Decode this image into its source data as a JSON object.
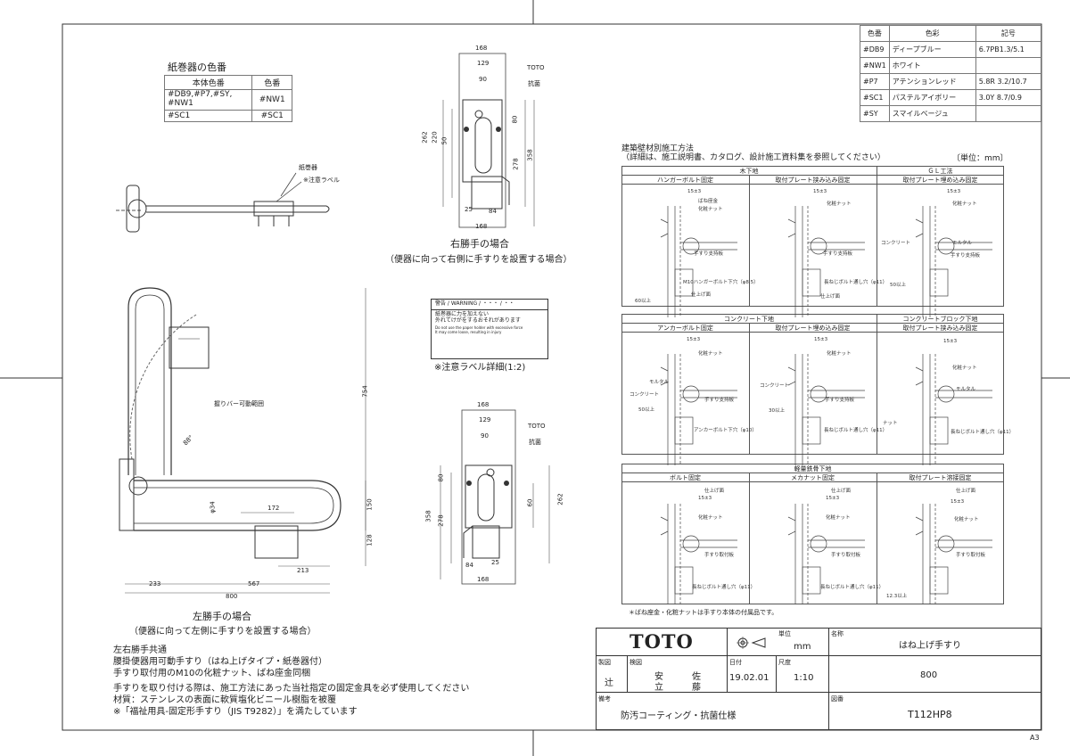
{
  "color_table": {
    "headers": [
      "色番",
      "色彩",
      "記号"
    ],
    "rows": [
      [
        "#DB9",
        "ディープブルー",
        "6.7PB1.3/5.1"
      ],
      [
        "#NW1",
        "ホワイト",
        ""
      ],
      [
        "#P7",
        "アテンションレッド",
        "5.8R 3.2/10.7"
      ],
      [
        "#SC1",
        "パステルアイボリー",
        "3.0Y 8.7/0.9"
      ],
      [
        "#SY",
        "スマイルベージュ",
        ""
      ]
    ]
  },
  "paper_holder": {
    "title": "紙巻器の色番",
    "headers": [
      "本体色番",
      "色番"
    ],
    "rows": [
      [
        "#DB9,#P7,#SY,\n#NW1",
        "#NW1"
      ],
      [
        "#SC1",
        "#SC1"
      ]
    ]
  },
  "top_view": {
    "label_holder": "紙巻器",
    "label_caution": "※注意ラベル"
  },
  "right_hand": {
    "dims_top": [
      "168",
      "129",
      "90"
    ],
    "tags": [
      "TOTO",
      "抗菌"
    ],
    "dims_left": [
      "262",
      "220",
      "50"
    ],
    "dims_right": [
      "80",
      "278",
      "358"
    ],
    "dims_bottom": [
      "25",
      "84",
      "168"
    ],
    "caption": "右勝手の場合",
    "subcaption": "（便器に向って右側に手すりを設置する場合）"
  },
  "warning_label": {
    "heading": "警告 / WARNING / ・・・ / ・・",
    "jp_lines": [
      "紙巻器に力を加えない",
      "外れてけがをするおそれがあります"
    ],
    "en_lines": [
      "Do not use the paper holder with excessive force",
      "It may come loose, resulting in injury"
    ],
    "caption": "※注意ラベル詳細(1:2)"
  },
  "left_view_small": {
    "dims_top": [
      "168",
      "129",
      "90"
    ],
    "tags": [
      "TOTO",
      "抗菌"
    ],
    "dims_left": [
      "80",
      "358",
      "278"
    ],
    "dims_right": [
      "60",
      "262"
    ],
    "dims_bottom": [
      "84",
      "25",
      "168"
    ]
  },
  "left_hand": {
    "dim_754": "754",
    "label_range": "握りバー可動範囲",
    "angle": "88°",
    "dim_phi": "φ34",
    "dim_150": "150",
    "dim_128": "128",
    "dim_172": "172",
    "dim_213": "213",
    "dim_233": "233",
    "dim_567": "567",
    "dim_800": "800",
    "caption": "左勝手の場合",
    "subcaption": "（便器に向って左側に手すりを設置する場合）"
  },
  "notes": {
    "lines_a": [
      "左右勝手共通",
      "腰掛便器用可動手すり（はね上げタイプ・紙巻器付）",
      "手すり取付用のM10の化粧ナット、ばね座金同梱"
    ],
    "lines_b": [
      "手すりを取り付ける際は、施工方法にあった当社指定の固定金具を必ず使用してください",
      "材質：ステンレスの表面に軟質塩化ビニール樹脂を被覆",
      "※「福祉用具-固定形手すり（JIS T9282）」を満たしています"
    ]
  },
  "construction": {
    "title": "建築壁材別施工方法",
    "subtitle": "（詳細は、施工説明書、カタログ、設計施工資料集を参照してください）",
    "unit": "〔単位：mm〕",
    "sections": [
      {
        "name": "木下地",
        "extra": "ＧＬ工法",
        "subs": [
          "ハンガーボルト固定",
          "取付プレート挟み込み固定",
          "取付プレート埋め込み固定"
        ]
      },
      {
        "name": "コンクリート下地",
        "extra": "コンクリートブロック下地",
        "subs": [
          "アンカーボルト固定",
          "取付プレート埋め込み固定",
          "取付プレート挟み込み固定"
        ]
      },
      {
        "name": "軽量鉄骨下地",
        "extra": "",
        "subs": [
          "ボルト固定",
          "メカナット固定",
          "取付プレート溶接固定"
        ]
      }
    ],
    "callouts": [
      "15±3",
      "ばね座金",
      "化粧ナット",
      "手すり支持板",
      "仕上げ面",
      "手すり取付板",
      "長ねじボルト通し穴（φ11）",
      "M10ハンガーボルト下穴（φ8.5）",
      "アンカーボルト下穴（φ10）",
      "モルタル",
      "コンクリート",
      "ナット",
      "60以上",
      "50以上",
      "30以上",
      "12.3以上"
    ],
    "footnote": "＊ばね座金・化粧ナットは手すり本体の付属品です。"
  },
  "title_block": {
    "brand": "TOTO",
    "unit_label": "単位",
    "unit_value": "mm",
    "name_label": "名称",
    "name_value": "はね上げ手すり",
    "drawn_label": "製図",
    "drawn_value": "辻",
    "check_label": "検図",
    "check_values": [
      "安",
      "佐",
      "立",
      "藤"
    ],
    "date_label": "日付",
    "date_value": "19.02.01",
    "scale_label": "尺度",
    "scale_value": "1:10",
    "size_value": "800",
    "remarks_label": "備考",
    "remarks_value": "防汚コーティング・抗菌仕様",
    "dwg_label": "図番",
    "dwg_value": "T112HP8"
  },
  "sheet_size": "A3"
}
